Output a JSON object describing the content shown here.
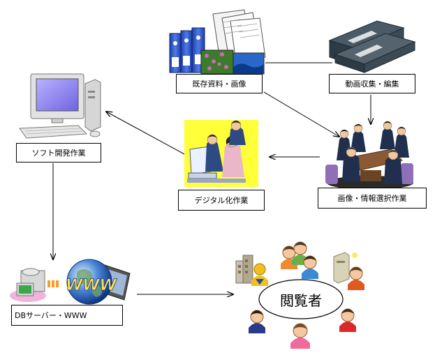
{
  "nodes": {
    "existing_materials": "既存資料・画像",
    "video_collection": "動画収集・編集",
    "image_selection": "画像・情報選択作業",
    "digitization": "デジタル化作業",
    "software_dev": "ソフト開発作業",
    "db_server": "DBサーバー・WWW",
    "viewers": "閲覧者"
  },
  "icons": {
    "www_globe_text": "WWW"
  }
}
